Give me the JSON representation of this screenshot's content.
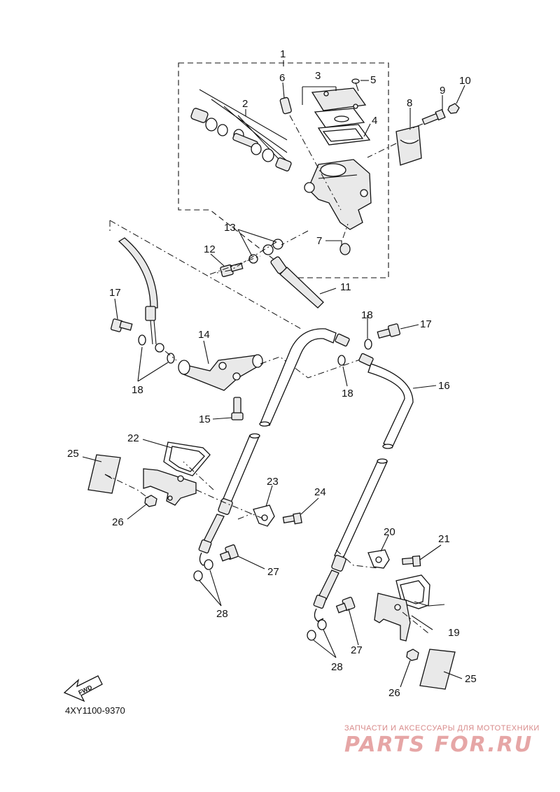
{
  "diagram": {
    "callouts": [
      {
        "id": "1",
        "label": "1"
      },
      {
        "id": "2",
        "label": "2"
      },
      {
        "id": "3",
        "label": "3"
      },
      {
        "id": "4",
        "label": "4"
      },
      {
        "id": "5",
        "label": "5"
      },
      {
        "id": "6",
        "label": "6"
      },
      {
        "id": "7",
        "label": "7"
      },
      {
        "id": "8",
        "label": "8"
      },
      {
        "id": "9",
        "label": "9"
      },
      {
        "id": "10",
        "label": "10"
      },
      {
        "id": "11",
        "label": "11"
      },
      {
        "id": "12",
        "label": "12"
      },
      {
        "id": "13",
        "label": "13"
      },
      {
        "id": "14",
        "label": "14"
      },
      {
        "id": "15",
        "label": "15"
      },
      {
        "id": "16",
        "label": "16"
      },
      {
        "id": "17a",
        "label": "17"
      },
      {
        "id": "17b",
        "label": "17"
      },
      {
        "id": "18a",
        "label": "18"
      },
      {
        "id": "18b",
        "label": "18"
      },
      {
        "id": "18c",
        "label": "18"
      },
      {
        "id": "19",
        "label": "19"
      },
      {
        "id": "20",
        "label": "20"
      },
      {
        "id": "21",
        "label": "21"
      },
      {
        "id": "22",
        "label": "22"
      },
      {
        "id": "23",
        "label": "23"
      },
      {
        "id": "24",
        "label": "24"
      },
      {
        "id": "25a",
        "label": "25"
      },
      {
        "id": "25b",
        "label": "25"
      },
      {
        "id": "26a",
        "label": "26"
      },
      {
        "id": "26b",
        "label": "26"
      },
      {
        "id": "27a",
        "label": "27"
      },
      {
        "id": "27b",
        "label": "27"
      },
      {
        "id": "28a",
        "label": "28"
      },
      {
        "id": "28b",
        "label": "28"
      }
    ],
    "fwd_label": "FWD",
    "drawing_code": "4XY1100-9370"
  },
  "watermark": {
    "subtitle": "ЗАПЧАСТИ И АКСЕССУАРЫ ДЛЯ МОТОТЕХНИКИ",
    "logo_text": "PARTS FOR.RU"
  }
}
